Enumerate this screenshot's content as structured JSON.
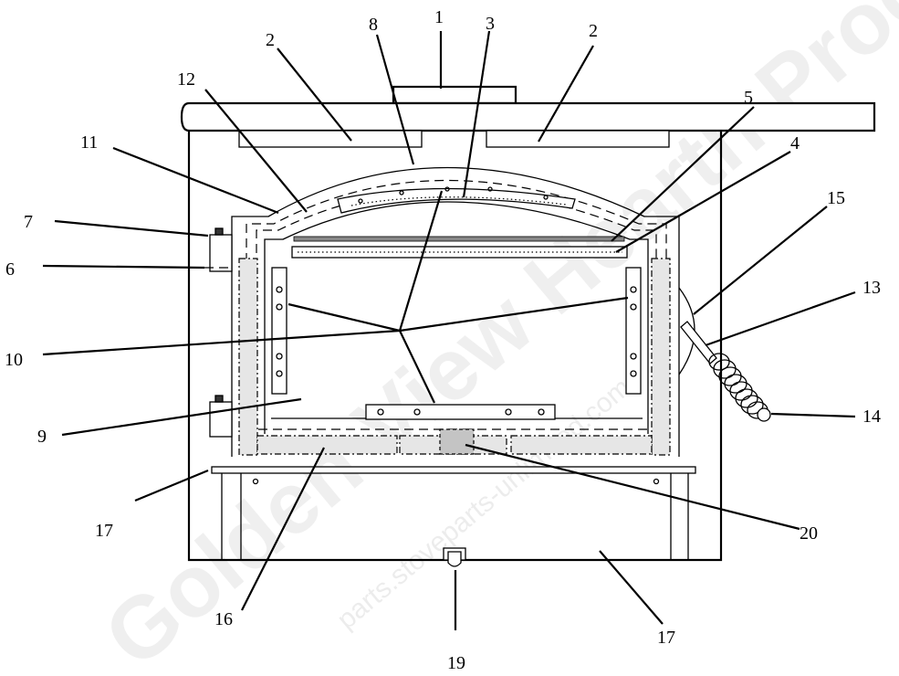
{
  "watermark": {
    "main": "Golden View Hearth Products",
    "url": "parts.stoveparts-unlimited.com"
  },
  "callouts": [
    {
      "id": "1",
      "text": "1"
    },
    {
      "id": "2a",
      "text": "2"
    },
    {
      "id": "2b",
      "text": "2"
    },
    {
      "id": "3",
      "text": "3"
    },
    {
      "id": "4",
      "text": "4"
    },
    {
      "id": "5",
      "text": "5"
    },
    {
      "id": "6",
      "text": "6"
    },
    {
      "id": "7",
      "text": "7"
    },
    {
      "id": "8",
      "text": "8"
    },
    {
      "id": "9",
      "text": "9"
    },
    {
      "id": "10",
      "text": "10"
    },
    {
      "id": "11",
      "text": "11"
    },
    {
      "id": "12",
      "text": "12"
    },
    {
      "id": "13",
      "text": "13"
    },
    {
      "id": "14",
      "text": "14"
    },
    {
      "id": "15",
      "text": "15"
    },
    {
      "id": "16",
      "text": "16"
    },
    {
      "id": "17a",
      "text": "17"
    },
    {
      "id": "17b",
      "text": "17"
    },
    {
      "id": "19",
      "text": "19"
    },
    {
      "id": "20",
      "text": "20"
    }
  ]
}
